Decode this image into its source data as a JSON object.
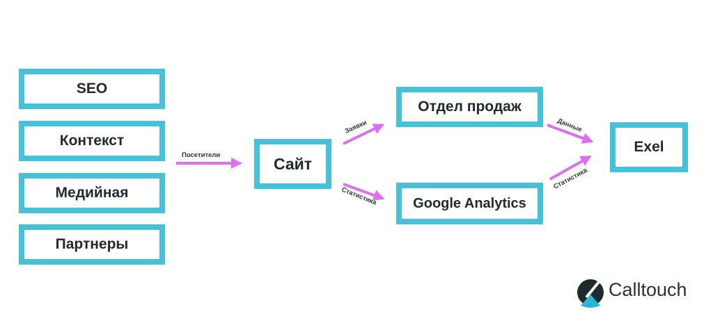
{
  "sources": [
    "SEO",
    "Контекст",
    "Медийная",
    "Партнеры"
  ],
  "site": "Сайт",
  "sales": "Отдел продаж",
  "analytics": "Google Analytics",
  "excel": "Exel",
  "arrows": {
    "visitors": "Посетители",
    "requests": "Заявки",
    "stats1": "Статистика",
    "data": "Данные",
    "stats2": "Статистика"
  },
  "logo": "Calltouch",
  "colors": {
    "box": "#45c2d8",
    "arrow": "#dd6ef0",
    "text": "#222a2e"
  }
}
